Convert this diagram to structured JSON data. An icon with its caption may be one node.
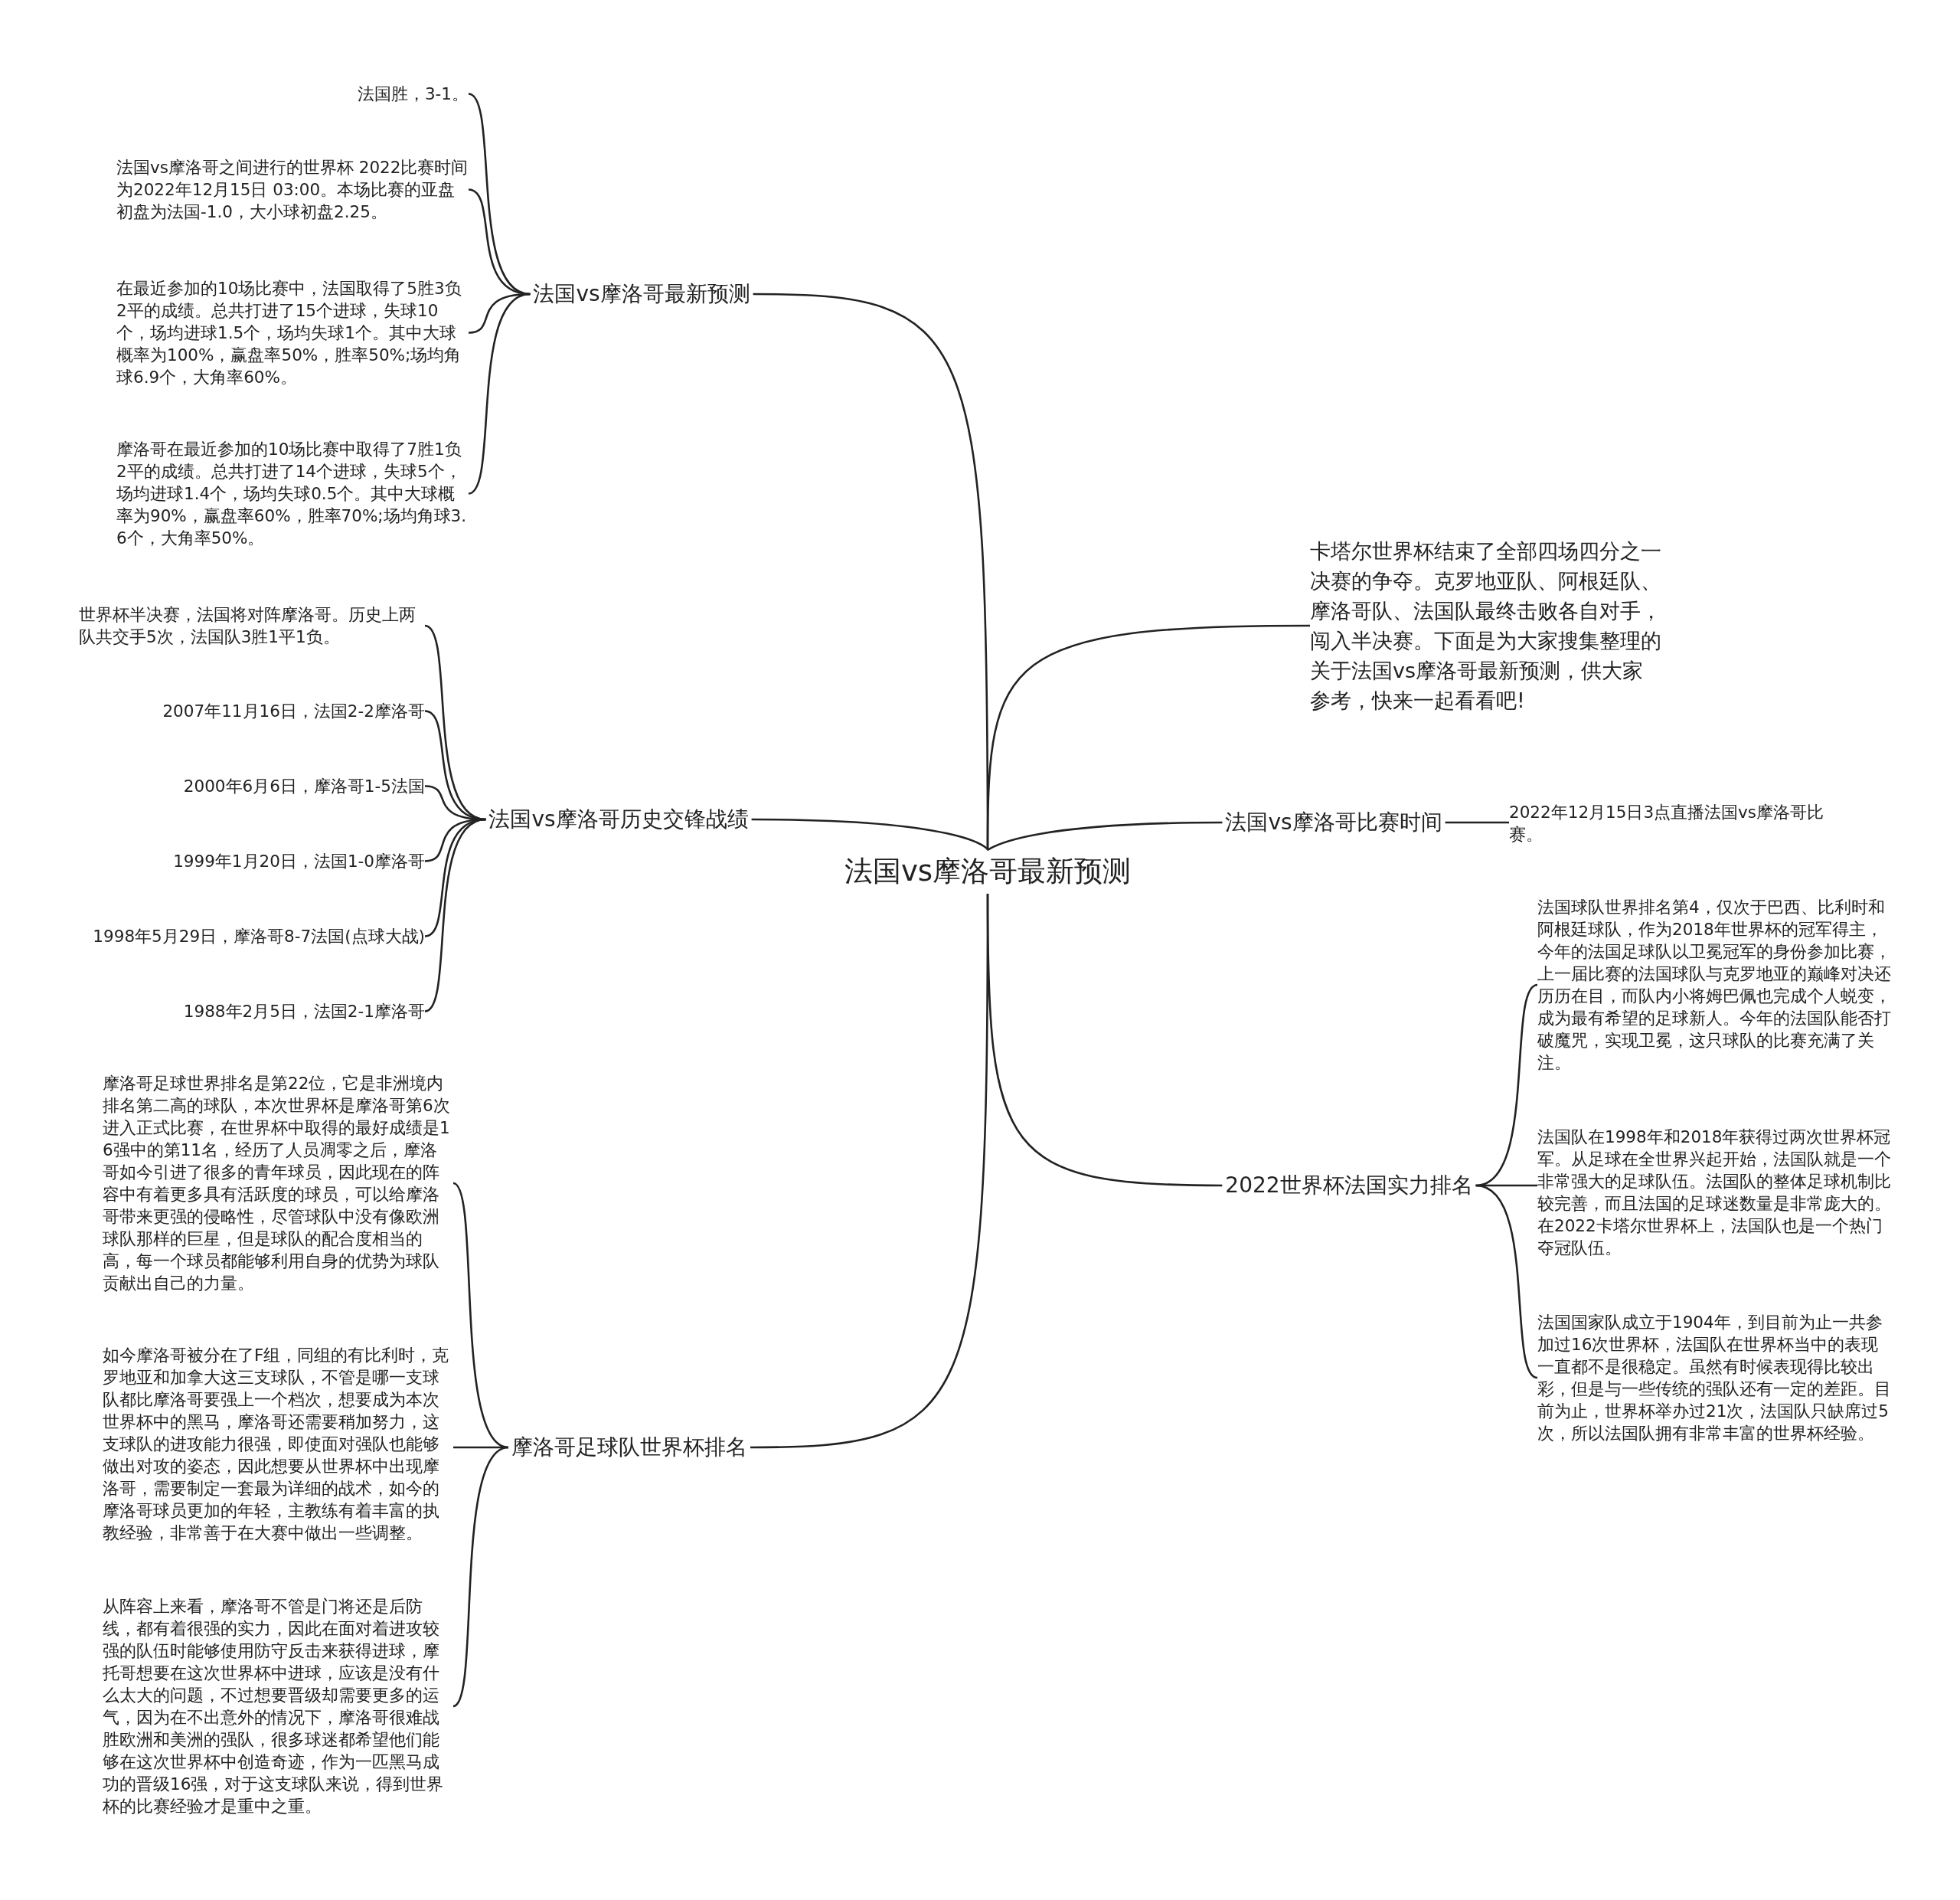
{
  "diagram": {
    "nodes": [
      {
        "text": [
          "法国vs摩洛哥最新预测"
        ]
      },
      {
        "text": [
          "法国vs摩洛哥最新预测"
        ]
      },
      {
        "text": [
          "法国胜，3-1。"
        ]
      },
      {
        "text": [
          "法国vs摩洛哥之间进行的世界杯 2022比赛时间为2022年12月15日 03:00。本场比赛的亚盘初盘为法国-1.0，大小球初盘2.25。"
        ]
      },
      {
        "text": [
          "在最近参加的10场比赛中，法国取得了5胜3负2平的成绩。总共打进了15个进球，失球10个，场均进球1.5个，场均失球1个。其中大球概率为100%，赢盘率50%，胜率50%;场均角球6.9个，大角率60%。"
        ]
      },
      {
        "text": [
          "摩洛哥在最近参加的10场比赛中取得了7胜1负2平的成绩。总共打进了14个进球，失球5个，场均进球1.4个，场均失球0.5个。其中大球概率为90%，赢盘率60%，胜率70%;场均角球3.6个，大角率50%。"
        ]
      },
      {
        "text": [
          "法国vs摩洛哥历史交锋战绩"
        ]
      },
      {
        "text": [
          "世界杯半决赛，法国将对阵摩洛哥。历史上两队共交手5次，法国队3胜1平1负。"
        ]
      },
      {
        "text": [
          "2007年11月16日，法国2-2摩洛哥"
        ]
      },
      {
        "text": [
          "2000年6月6日，摩洛哥1-5法国"
        ]
      },
      {
        "text": [
          "1999年1月20日，法国1-0摩洛哥"
        ]
      },
      {
        "text": [
          "1998年5月29日，摩洛哥8-7法国(点球大战)"
        ]
      },
      {
        "text": [
          "1988年2月5日，法国2-1摩洛哥"
        ]
      },
      {
        "text": [
          "摩洛哥足球队世界杯排名"
        ]
      },
      {
        "text": [
          "摩洛哥足球世界排名是第22位，它是非洲境内排名第二高的球队，本次世界杯是摩洛哥第6次进入正式比赛，在世界杯中取得的最好成绩是16强中的第11名，经历了人员凋零之后，摩洛哥如今引进了很多的青年球员，因此现在的阵容中有着更多具有活跃度的球员，可以给摩洛哥带来更强的侵略性，尽管球队中没有像欧洲球队那样的巨星，但是球队的配合度相当的高，每一个球员都能够利用自身的优势为球队贡献出自己的力量。"
        ]
      },
      {
        "text": [
          "如今摩洛哥被分在了F组，同组的有比利时，克罗地亚和加拿大这三支球队，不管是哪一支球队都比摩洛哥要强上一个档次，想要成为本次世界杯中的黑马，摩洛哥还需要稍加努力，这支球队的进攻能力很强，即使面对强队也能够做出对攻的姿态，因此想要从世界杯中出现摩洛哥，需要制定一套最为详细的战术，如今的摩洛哥球员更加的年轻，主教练有着丰富的执教经验，非常善于在大赛中做出一些调整。"
        ]
      },
      {
        "text": [
          "从阵容上来看，摩洛哥不管是门将还是后防线，都有着很强的实力，因此在面对着进攻较强的队伍时能够使用防守反击来获得进球，摩托哥想要在这次世界杯中进球，应该是没有什么太大的问题，不过想要晋级却需要更多的运气，因为在不出意外的情况下，摩洛哥很难战胜欧洲和美洲的强队，很多球迷都希望他们能够在这次世界杯中创造奇迹，作为一匹黑马成功的晋级16强，对于这支球队来说，得到世界杯的比赛经验才是重中之重。"
        ]
      },
      {
        "text": [
          "卡塔尔世界杯结束了全部四场四分之一决赛的争夺。克罗地亚队、阿根廷队、摩洛哥队、法国队最终击败各自对手，闯入半决赛。下面是为大家搜集整理的关于法国vs摩洛哥最新预测，供大家参考，快来一起看看吧!"
        ]
      },
      {
        "text": [
          "法国vs摩洛哥比赛时间"
        ]
      },
      {
        "text": [
          "2022年12月15日3点直播法国vs摩洛哥比赛。"
        ]
      },
      {
        "text": [
          "2022世界杯法国实力排名"
        ]
      },
      {
        "text": [
          "法国球队世界排名第4，仅次于巴西、比利时和阿根廷球队，作为2018年世界杯的冠军得主，今年的法国足球队以卫冕冠军的身份参加比赛，上一届比赛的法国球队与克罗地亚的巅峰对决还历历在目，而队内小将姆巴佩也完成个人蜕变，成为最有希望的足球新人。今年的法国队能否打破魔咒，实现卫冕，这只球队的比赛充满了关注。"
        ]
      },
      {
        "text": [
          "法国队在1998年和2018年获得过两次世界杯冠军。从足球在全世界兴起开始，法国队就是一个非常强大的足球队伍。法国队的整体足球机制比较完善，而且法国的足球迷数量是非常庞大的。在2022卡塔尔世界杯上，法国队也是一个热门夺冠队伍。"
        ]
      },
      {
        "text": [
          "法国国家队成立于1904年，到目前为止一共参加过16次世界杯，法国队在世界杯当中的表现一直都不是很稳定。虽然有时候表现得比较出彩，但是与一些传统的强队还有一定的差距。目前为止，世界杯举办过21次，法国队只缺席过5次，所以法国队拥有非常丰富的世界杯经验。"
        ]
      }
    ],
    "edges": [
      {
        "from": 0,
        "to": 1,
        "arrow": "none"
      },
      {
        "from": 1,
        "to": 2,
        "arrow": "none"
      },
      {
        "from": 1,
        "to": 3,
        "arrow": "none"
      },
      {
        "from": 1,
        "to": 4,
        "arrow": "none"
      },
      {
        "from": 1,
        "to": 5,
        "arrow": "none"
      },
      {
        "from": 0,
        "to": 6,
        "arrow": "none"
      },
      {
        "from": 6,
        "to": 7,
        "arrow": "none"
      },
      {
        "from": 6,
        "to": 8,
        "arrow": "none"
      },
      {
        "from": 6,
        "to": 9,
        "arrow": "none"
      },
      {
        "from": 6,
        "to": 10,
        "arrow": "none"
      },
      {
        "from": 6,
        "to": 11,
        "arrow": "none"
      },
      {
        "from": 6,
        "to": 12,
        "arrow": "none"
      },
      {
        "from": 0,
        "to": 13,
        "arrow": "none"
      },
      {
        "from": 13,
        "to": 14,
        "arrow": "none"
      },
      {
        "from": 13,
        "to": 15,
        "arrow": "none"
      },
      {
        "from": 13,
        "to": 16,
        "arrow": "none"
      },
      {
        "from": 0,
        "to": 17,
        "arrow": "none"
      },
      {
        "from": 0,
        "to": 18,
        "arrow": "none"
      },
      {
        "from": 18,
        "to": 19,
        "arrow": "none"
      },
      {
        "from": 0,
        "to": 20,
        "arrow": "none"
      },
      {
        "from": 20,
        "to": 21,
        "arrow": "none"
      },
      {
        "from": 20,
        "to": 22,
        "arrow": "none"
      },
      {
        "from": 20,
        "to": 23,
        "arrow": "none"
      }
    ]
  }
}
